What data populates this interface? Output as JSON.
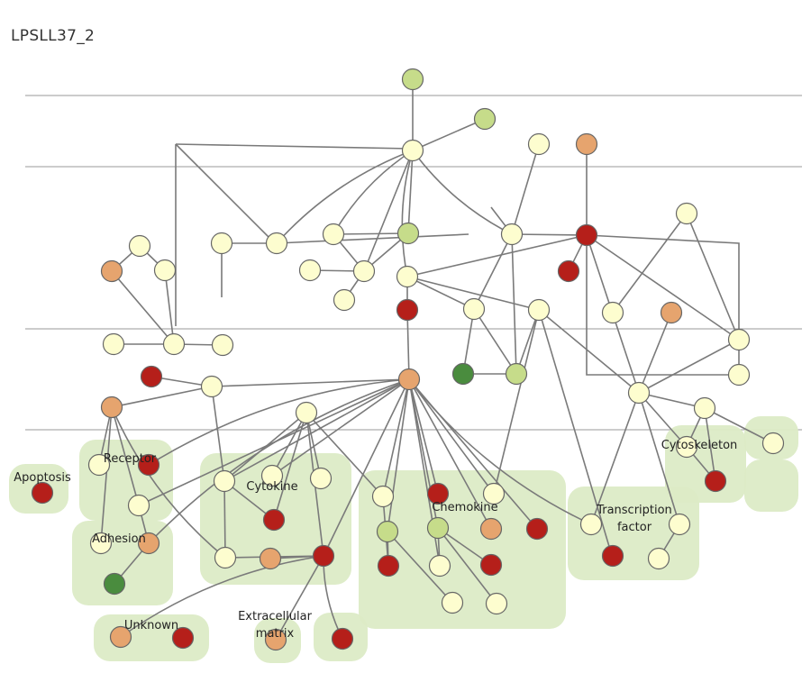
{
  "title": "LPSLL37_2",
  "colors": {
    "pale": "#fdfdcf",
    "light_green": "#c6dc8a",
    "dark_green": "#4a8c3e",
    "orange": "#e6a46e",
    "red": "#b51f1a",
    "group_fill": "#dcebc6",
    "edge": "#7a7a7a"
  },
  "groups": [
    {
      "id": "apoptosis",
      "label": "Apoptosis"
    },
    {
      "id": "receptor",
      "label": "Receptor"
    },
    {
      "id": "adhesion",
      "label": "Adhesion"
    },
    {
      "id": "unknown",
      "label": "Unknown"
    },
    {
      "id": "cytokine",
      "label": "Cytokine"
    },
    {
      "id": "extracellular_matrix",
      "label": "Extracellular\nmatrix"
    },
    {
      "id": "chemokine",
      "label": "Chemokine"
    },
    {
      "id": "transcription_factor",
      "label": "Transcription\nfactor"
    },
    {
      "id": "cytoskeleton",
      "label": "Cytoskeleton"
    },
    {
      "id": "misc_right",
      "label": ""
    }
  ]
}
